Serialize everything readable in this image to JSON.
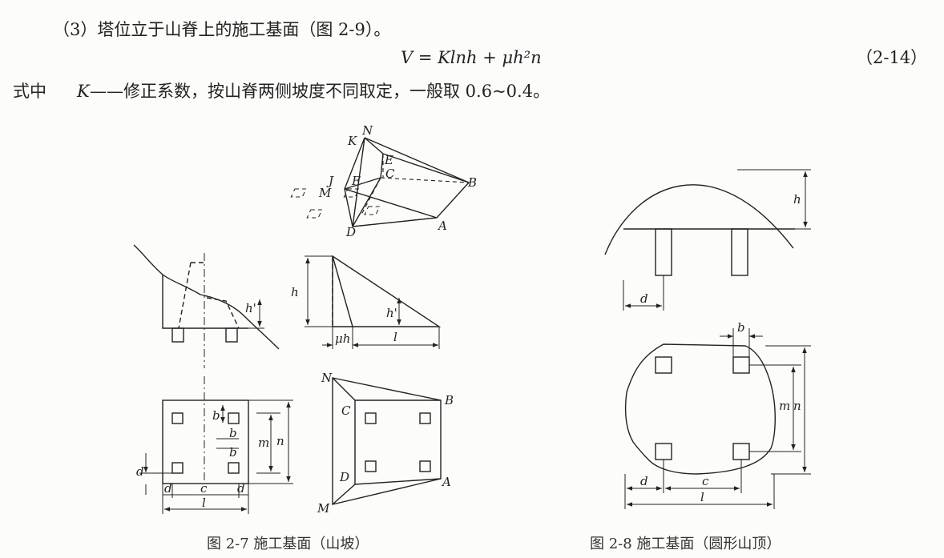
{
  "text": {
    "item3": "（3）塔位立于山脊上的施工基面（图 2-9）。",
    "formula": "V = Klnh + μh²n",
    "formula_number": "（2-14）",
    "note_prefix": "式中",
    "note_symbol": "K",
    "note_body": "——修正系数，按山脊两侧坡度不同取定，一般取 0.6~0.4。"
  },
  "figure_2_7": {
    "caption": "图 2-7   施工基面（山坡）",
    "labels": {
      "N": "N",
      "K": "K",
      "E": "E",
      "C": "C",
      "J": "J",
      "M": "M",
      "F": "F",
      "D": "D",
      "A": "A",
      "B": "B",
      "h": "h",
      "h_prime": "h'",
      "mu_h": "μh",
      "l": "l",
      "b": "b",
      "m": "m",
      "n": "n",
      "d": "d",
      "c": "c"
    }
  },
  "figure_2_8": {
    "caption": "图 2-8   施工基面（圆形山顶）",
    "labels": {
      "h": "h",
      "d": "d",
      "b": "b",
      "m": "m",
      "n": "n",
      "c": "c",
      "l": "l"
    }
  }
}
